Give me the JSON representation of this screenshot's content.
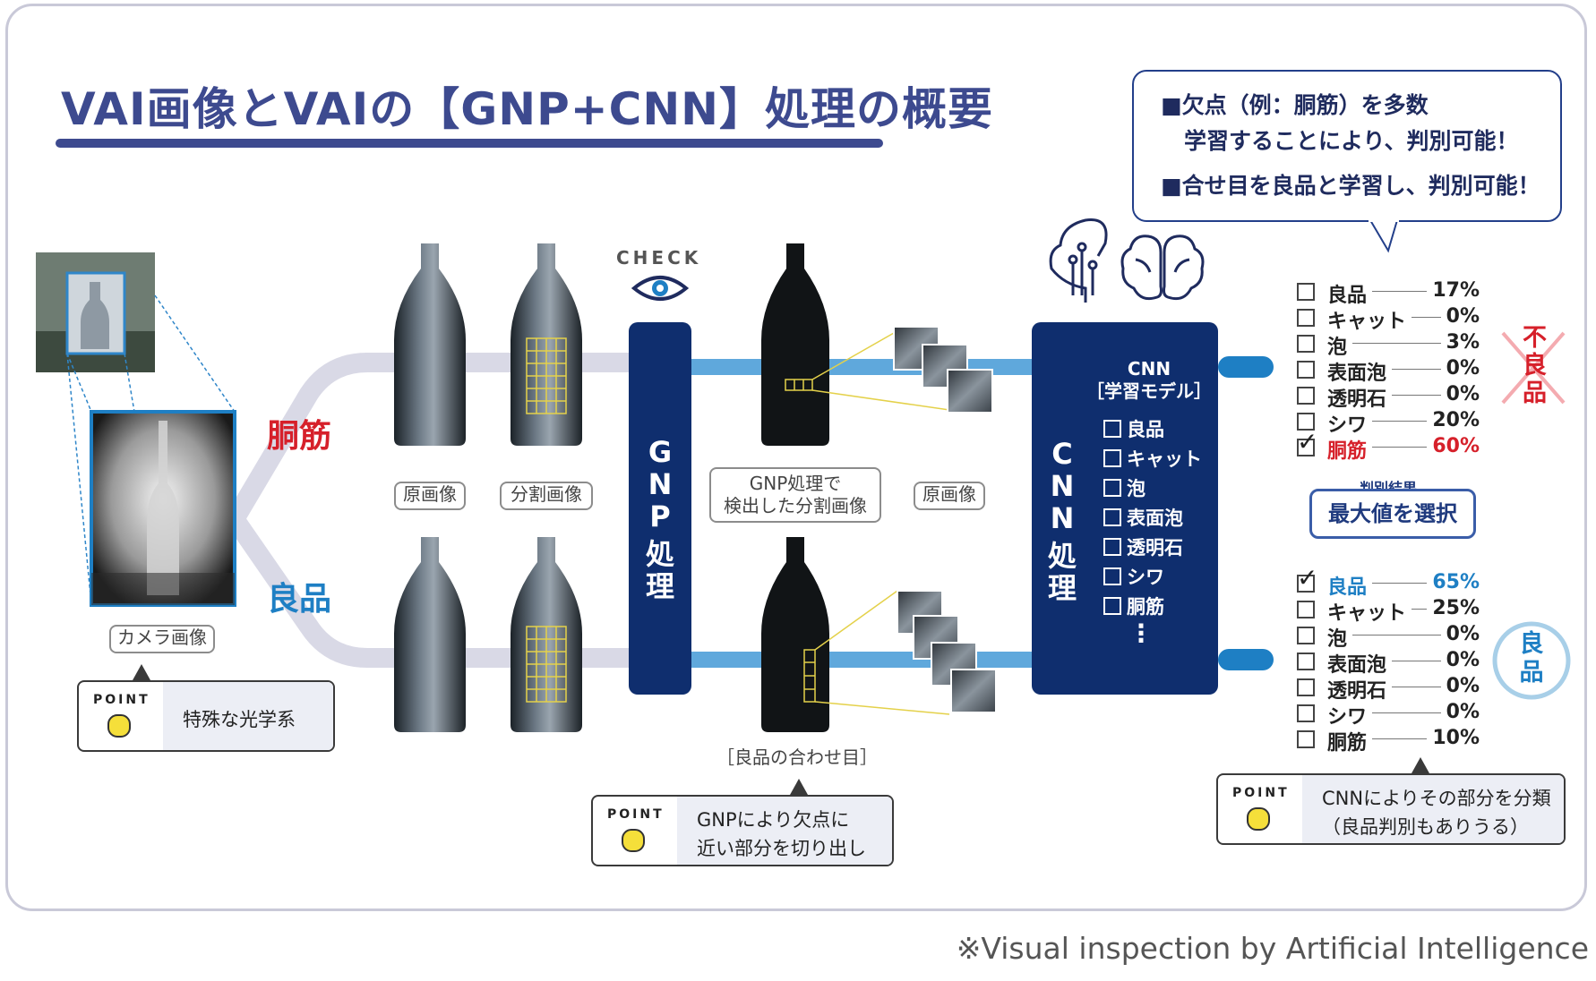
{
  "title": "VAI画像とVAIの【GNP+CNN】処理の概要",
  "bubble": {
    "line1": "■欠点（例：胴筋）を多数",
    "line2": "学習することにより、判別可能！",
    "line3": "■合せ目を良品と学習し、判別可能！"
  },
  "labels": {
    "defect_branch": "胴筋",
    "good_branch": "良品",
    "camera_image": "カメラ画像",
    "original_image": "原画像",
    "split_image": "分割画像",
    "gnp_detected_line1": "GNP処理で",
    "gnp_detected_line2": "検出した分割画像",
    "original_image_2": "原画像",
    "check": "CHECK",
    "seam": "［良品の合わせ目］"
  },
  "gnp": {
    "chars": [
      "G",
      "N",
      "P",
      "処",
      "理"
    ]
  },
  "cnn": {
    "vertical_chars": [
      "C",
      "N",
      "N",
      "処",
      "理"
    ],
    "title_line1": "CNN",
    "title_line2": "［学習モデル］",
    "items": [
      "良品",
      "キャット",
      "泡",
      "表面泡",
      "透明石",
      "シワ",
      "胴筋"
    ],
    "more": "⋮"
  },
  "results_defect": [
    {
      "label": "良品",
      "pct": "17%",
      "checked": false
    },
    {
      "label": "キャット",
      "pct": "0%",
      "checked": false
    },
    {
      "label": "泡",
      "pct": "3%",
      "checked": false
    },
    {
      "label": "表面泡",
      "pct": "0%",
      "checked": false
    },
    {
      "label": "透明石",
      "pct": "0%",
      "checked": false
    },
    {
      "label": "シワ",
      "pct": "20%",
      "checked": false
    },
    {
      "label": "胴筋",
      "pct": "60%",
      "checked": true
    }
  ],
  "results_good": [
    {
      "label": "良品",
      "pct": "65%",
      "checked": true
    },
    {
      "label": "キャット",
      "pct": "25%",
      "checked": false
    },
    {
      "label": "泡",
      "pct": "0%",
      "checked": false
    },
    {
      "label": "表面泡",
      "pct": "0%",
      "checked": false
    },
    {
      "label": "透明石",
      "pct": "0%",
      "checked": false
    },
    {
      "label": "シワ",
      "pct": "0%",
      "checked": false
    },
    {
      "label": "胴筋",
      "pct": "10%",
      "checked": false
    }
  ],
  "judgement": {
    "heading": "判別結果",
    "select": "最大値を選択",
    "defective_char1": "不",
    "defective_char2": "良",
    "defective_char3": "品",
    "good_char1": "良",
    "good_char2": "品"
  },
  "points": {
    "word": "POINT",
    "camera": "特殊な光学系",
    "gnp_line1": "GNPにより欠点に",
    "gnp_line2": "近い部分を切り出し",
    "cnn_line1": "CNNによりその部分を分類",
    "cnn_line2": "（良品判別もありうる）"
  },
  "footer": "※Visual inspection by Artificial Intelligence",
  "colors": {
    "navy": "#0f2e6e",
    "title": "#3d4a8f",
    "red": "#d6202a",
    "blue": "#1e7fc4",
    "pipe": "#5fa8dc"
  }
}
